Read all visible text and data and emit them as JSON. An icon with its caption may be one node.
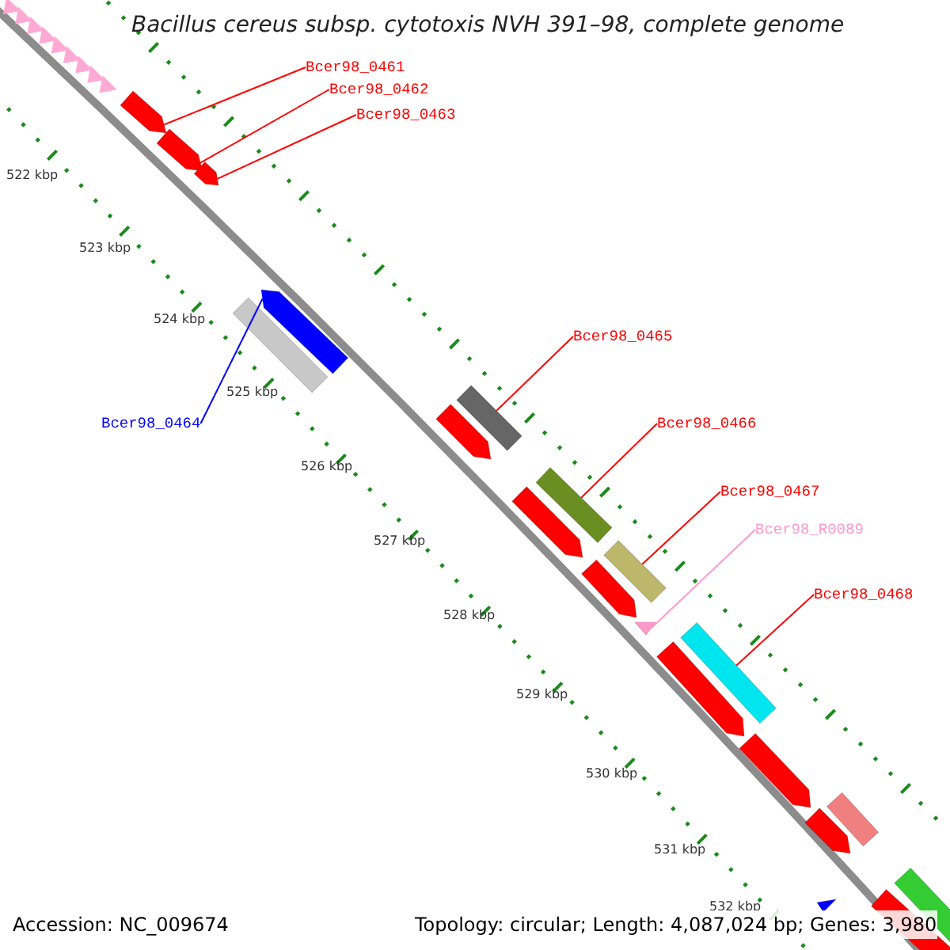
{
  "diagram": {
    "title": "Bacillus cereus subsp. cytotoxis NVH 391–98, complete genome",
    "nodes": [
      {
        "text": [
          "Bcer98_0461"
        ]
      },
      {
        "text": [],
        "shape": "bar"
      },
      {
        "text": [
          "Bcer98_0462"
        ]
      },
      {
        "text": [],
        "shape": "bar"
      },
      {
        "text": [
          "Bcer98_0463"
        ]
      },
      {
        "text": [],
        "shape": "bar"
      },
      {
        "text": [
          "Bcer98_0464"
        ]
      },
      {
        "text": [],
        "shape": "bar"
      },
      {
        "text": [
          "Bcer98_0465"
        ]
      },
      {
        "text": [],
        "shape": "bar"
      },
      {
        "text": [
          "Bcer98_0466"
        ]
      },
      {
        "text": [],
        "shape": "bar"
      },
      {
        "text": [
          "Bcer98_0467"
        ]
      },
      {
        "text": [],
        "shape": "bar"
      },
      {
        "text": [
          "Bcer98_R0089"
        ]
      },
      {
        "text": [],
        "shape": "triangle"
      },
      {
        "text": [
          "Bcer98_0468"
        ]
      },
      {
        "text": [],
        "shape": "bar"
      },
      {
        "text": [],
        "shape": "bar"
      },
      {
        "text": [],
        "shape": "bar"
      },
      {
        "text": [],
        "shape": "bar"
      },
      {
        "text": [],
        "shape": "bar"
      },
      {
        "text": [],
        "shape": "bar"
      },
      {
        "text": [],
        "shape": "bar"
      },
      {
        "text": [],
        "shape": "bar"
      },
      {
        "text": [],
        "shape": "bar"
      },
      {
        "text": [],
        "shape": "bar"
      },
      {
        "text": [],
        "shape": "bar"
      },
      {
        "text": [],
        "shape": "triangle"
      }
    ],
    "edges": [
      {
        "from": 0,
        "to": 1,
        "arrow": "none"
      },
      {
        "from": 2,
        "to": 3,
        "arrow": "none"
      },
      {
        "from": 4,
        "to": 5,
        "arrow": "none"
      },
      {
        "from": 6,
        "to": 7,
        "arrow": "none",
        "color": "#0000ff"
      },
      {
        "from": 8,
        "to": 9,
        "arrow": "none"
      },
      {
        "from": 10,
        "to": 11,
        "arrow": "none"
      },
      {
        "from": 12,
        "to": 13,
        "arrow": "none"
      },
      {
        "from": 14,
        "to": 15,
        "arrow": "none",
        "color": "#ff99cc"
      },
      {
        "from": 16,
        "to": 17,
        "arrow": "none"
      }
    ],
    "labels": [
      "522 kbp",
      "523 kbp",
      "524 kbp",
      "525 kbp",
      "526 kbp",
      "527 kbp",
      "528 kbp",
      "529 kbp",
      "530 kbp",
      "531 kbp",
      "532 kbp",
      "Accession: NC_009674",
      "Topology: circular; Length: 4,087,024 bp; Genes: 3,980"
    ]
  }
}
